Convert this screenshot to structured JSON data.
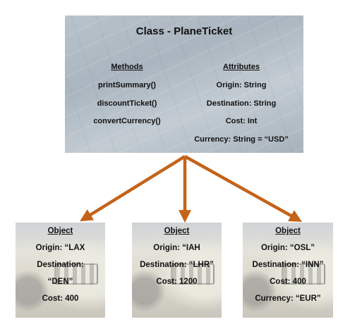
{
  "class": {
    "title": "Class - PlaneTicket",
    "methods": {
      "heading": "Methods",
      "items": [
        "printSummary()",
        "discountTicket()",
        "convertCurrency()"
      ]
    },
    "attributes": {
      "heading": "Attributes",
      "items": [
        "Origin: String",
        "Destination: String",
        "Cost: Int",
        "Currency: String = “USD”"
      ]
    }
  },
  "objects": [
    {
      "heading": "Object",
      "lines": [
        "Origin: “LAX",
        "Destination:",
        "“DEN”",
        "Cost: 400"
      ]
    },
    {
      "heading": "Object",
      "lines": [
        "Origin: “IAH",
        "Destination: “LHR”",
        "Cost: 1200"
      ]
    },
    {
      "heading": "Object",
      "lines": [
        "Origin: “OSL”",
        "Destination: “INN”",
        "Cost: 400",
        "Currency: “EUR”"
      ]
    }
  ],
  "colors": {
    "arrow": "#c4631a",
    "class_box": "#b3bdc7"
  }
}
